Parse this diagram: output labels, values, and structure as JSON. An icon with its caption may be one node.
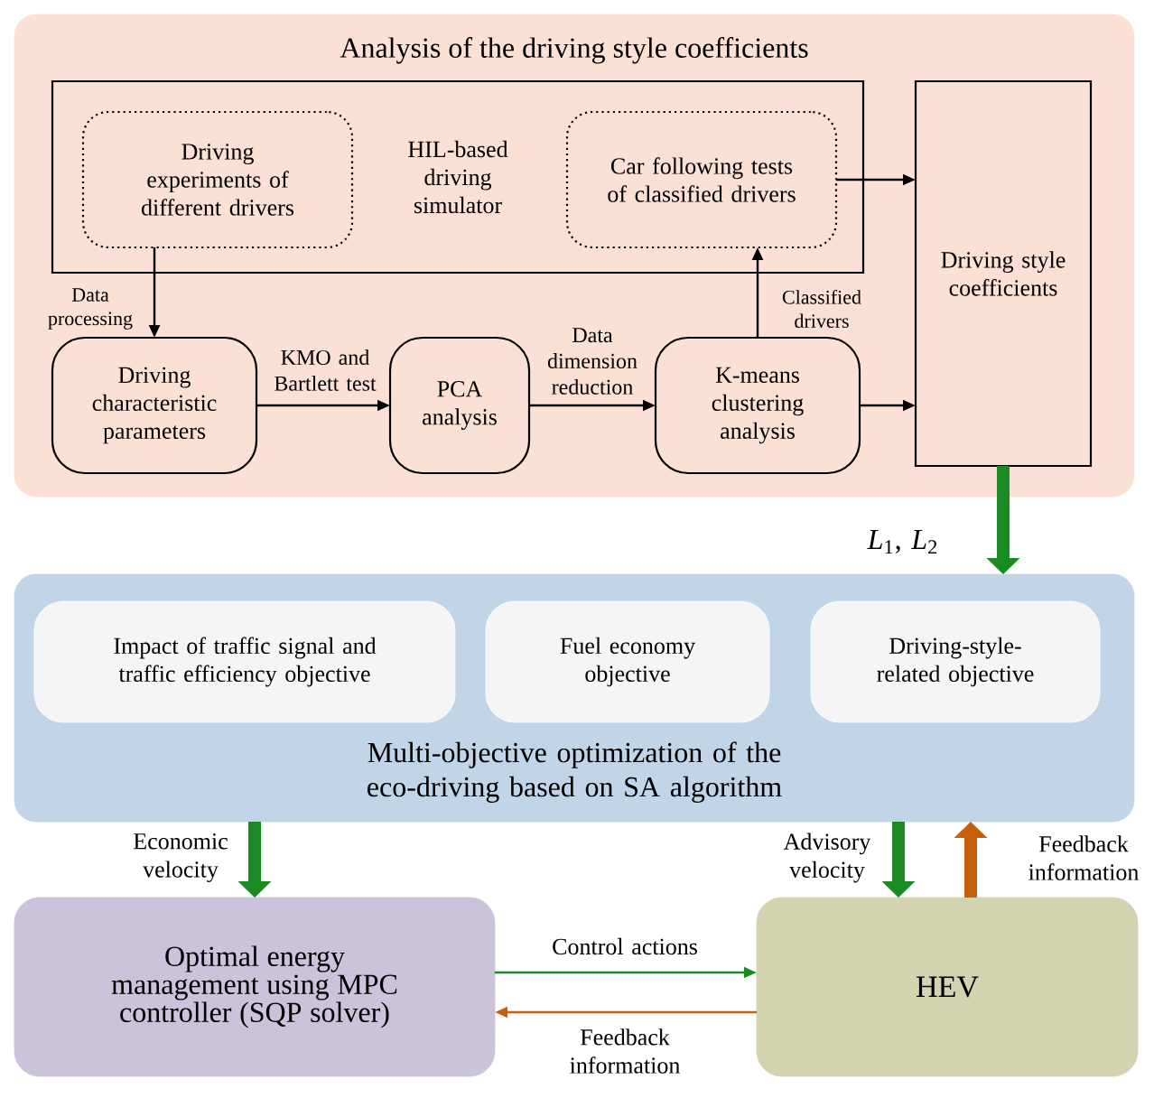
{
  "diagram": {
    "nodes": [
      {
        "text": [
          "Analysis of the driving style coefficients"
        ]
      },
      {
        "text": [
          "HIL-based driving simulator"
        ],
        "in": 0
      },
      {
        "text": [
          "Driving experiments of different drivers"
        ],
        "in": 1
      },
      {
        "text": [
          "Car following tests of classified drivers"
        ],
        "in": 1
      },
      {
        "text": [
          "Driving characteristic parameters"
        ],
        "in": 0
      },
      {
        "text": [
          "PCA analysis"
        ],
        "in": 0
      },
      {
        "text": [
          "K-means clustering analysis"
        ],
        "in": 0
      },
      {
        "text": [
          "Driving style coefficients"
        ],
        "in": 0
      },
      {
        "text": [
          "Multi-objective optimization of the eco-driving based on SA algorithm"
        ]
      },
      {
        "text": [
          "Impact of traffic signal and traffic efficiency objective"
        ],
        "in": 8
      },
      {
        "text": [
          "Fuel economy objective"
        ],
        "in": 8
      },
      {
        "text": [
          "Driving-style-related objective"
        ],
        "in": 8
      },
      {
        "text": [
          "Optimal energy management using MPC controller (SQP solver)"
        ]
      },
      {
        "text": [
          "HEV"
        ]
      }
    ],
    "edges": [
      {
        "from": 2,
        "to": 4,
        "arrow": "to",
        "label": "Data processing"
      },
      {
        "from": 4,
        "to": 5,
        "arrow": "to",
        "label": "KMO and Bartlett test"
      },
      {
        "from": 5,
        "to": 6,
        "arrow": "to",
        "label": "Data dimension reduction"
      },
      {
        "from": 6,
        "to": 3,
        "arrow": "to",
        "label": "Classified drivers"
      },
      {
        "from": 3,
        "to": 7,
        "arrow": "to"
      },
      {
        "from": 6,
        "to": 7,
        "arrow": "to"
      },
      {
        "from": 7,
        "to": 8,
        "arrow": "to",
        "label": "*L*$_{1}$,  *L*$_{2}$",
        "style": "thick",
        "color": "#1a8a22"
      },
      {
        "from": 8,
        "to": 12,
        "arrow": "to",
        "label": "Economic velocity",
        "style": "thick",
        "color": "#1a8a22"
      },
      {
        "from": 8,
        "to": 13,
        "arrow": "to",
        "label": "Advisory velocity",
        "style": "thick",
        "color": "#1a8a22"
      },
      {
        "from": 13,
        "to": 8,
        "arrow": "to",
        "label": "Feedback information",
        "style": "thick",
        "color": "#c8600a"
      },
      {
        "from": 12,
        "to": 13,
        "arrow": "to",
        "label": "Control actions",
        "color": "#1a8a22"
      },
      {
        "from": 13,
        "to": 12,
        "arrow": "to",
        "label": "Feedback information",
        "color": "#c8600a"
      }
    ]
  }
}
